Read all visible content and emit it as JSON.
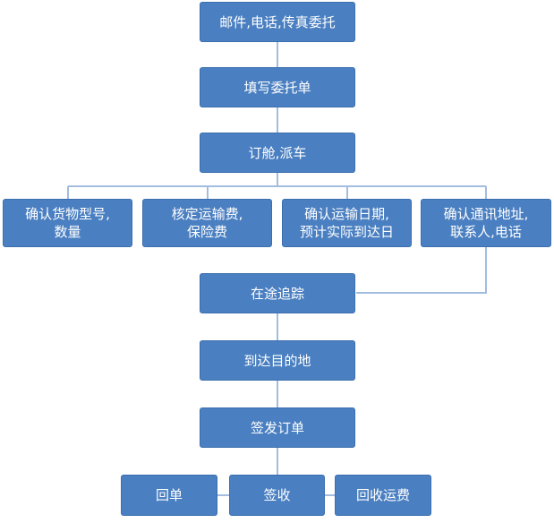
{
  "nodes": {
    "n1": [
      "邮件,电话,传真委托"
    ],
    "n2": [
      "填写委托单"
    ],
    "n3": [
      "订舱,派车"
    ],
    "n4": [
      "确认货物型号,",
      "数量"
    ],
    "n5": [
      "核定运输费,",
      "保险费"
    ],
    "n6": [
      "确认运输日期,",
      "预计实际到达日"
    ],
    "n7": [
      "确认通讯地址,",
      "联系人,电话"
    ],
    "n8": [
      "在途追踪"
    ],
    "n9": [
      "到达目的地"
    ],
    "n10": [
      "签发订单"
    ],
    "n11": [
      "回单"
    ],
    "n12": [
      "签收"
    ],
    "n13": [
      "回收运费"
    ]
  },
  "colors": {
    "box": "#4a7fc1",
    "connector": "#a3bde0",
    "text": "#ffffff"
  }
}
